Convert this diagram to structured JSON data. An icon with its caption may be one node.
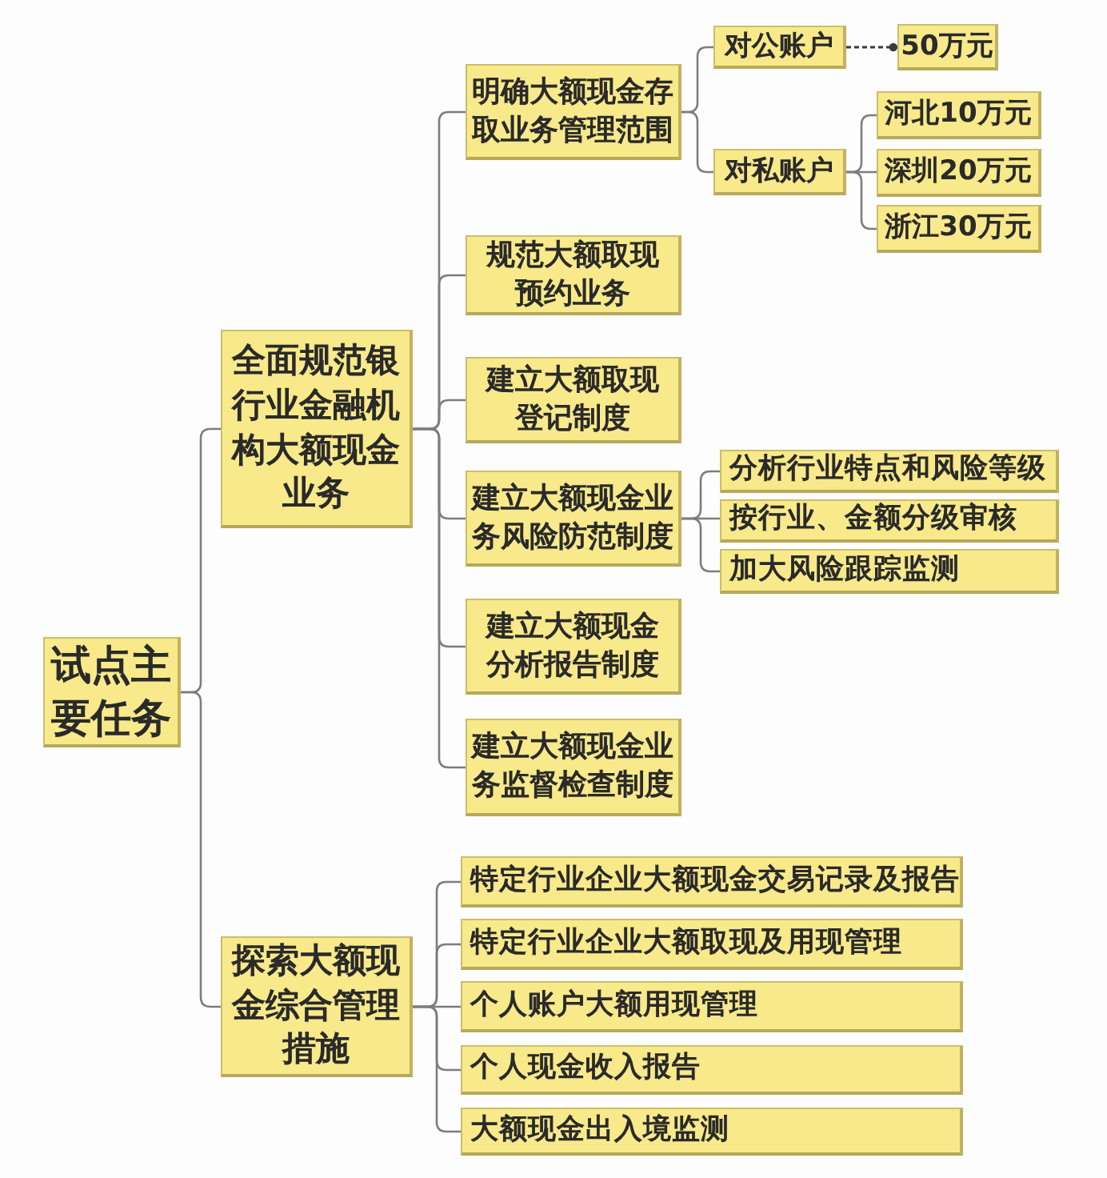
{
  "diagram": {
    "nodes": [
      {
        "text": [
          "试点主要任务"
        ]
      },
      {
        "text": [
          "全面规范银行业金融机构大额现金业务"
        ]
      },
      {
        "text": [
          "明确大额现金存取业务管理范围"
        ]
      },
      {
        "text": [
          "对公账户"
        ]
      },
      {
        "text": [
          "50万元"
        ]
      },
      {
        "text": [
          "对私账户"
        ]
      },
      {
        "text": [
          "河北10万元"
        ]
      },
      {
        "text": [
          "深圳20万元"
        ]
      },
      {
        "text": [
          "浙江30万元"
        ]
      },
      {
        "text": [
          "规范大额取现预约业务"
        ]
      },
      {
        "text": [
          "建立大额取现登记制度"
        ]
      },
      {
        "text": [
          "建立大额现金业务风险防范制度"
        ]
      },
      {
        "text": [
          "分析行业特点和风险等级"
        ]
      },
      {
        "text": [
          "按行业、金额分级审核"
        ]
      },
      {
        "text": [
          "加大风险跟踪监测"
        ]
      },
      {
        "text": [
          "建立大额现金分析报告制度"
        ]
      },
      {
        "text": [
          "建立大额现金业务监督检查制度"
        ]
      },
      {
        "text": [
          "探索大额现金综合管理措施"
        ]
      },
      {
        "text": [
          "特定行业企业大额现金交易记录及报告"
        ]
      },
      {
        "text": [
          "特定行业企业大额取现及用现管理"
        ]
      },
      {
        "text": [
          "个人账户大额用现管理"
        ]
      },
      {
        "text": [
          "个人现金收入报告"
        ]
      },
      {
        "text": [
          "大额现金出入境监测"
        ]
      }
    ],
    "edges": [
      {
        "from": 0,
        "to": 1,
        "arrow": "none"
      },
      {
        "from": 0,
        "to": 17,
        "arrow": "none"
      },
      {
        "from": 1,
        "to": 2,
        "arrow": "none"
      },
      {
        "from": 1,
        "to": 9,
        "arrow": "none"
      },
      {
        "from": 1,
        "to": 10,
        "arrow": "none"
      },
      {
        "from": 1,
        "to": 11,
        "arrow": "none"
      },
      {
        "from": 1,
        "to": 15,
        "arrow": "none"
      },
      {
        "from": 1,
        "to": 16,
        "arrow": "none"
      },
      {
        "from": 2,
        "to": 3,
        "arrow": "none"
      },
      {
        "from": 2,
        "to": 5,
        "arrow": "none"
      },
      {
        "from": 3,
        "to": 4,
        "arrow": "other",
        "style": "dashed"
      },
      {
        "from": 5,
        "to": 6,
        "arrow": "none"
      },
      {
        "from": 5,
        "to": 7,
        "arrow": "none"
      },
      {
        "from": 5,
        "to": 8,
        "arrow": "none"
      },
      {
        "from": 11,
        "to": 12,
        "arrow": "none"
      },
      {
        "from": 11,
        "to": 13,
        "arrow": "none"
      },
      {
        "from": 11,
        "to": 14,
        "arrow": "none"
      },
      {
        "from": 17,
        "to": 18,
        "arrow": "none"
      },
      {
        "from": 17,
        "to": 19,
        "arrow": "none"
      },
      {
        "from": 17,
        "to": 20,
        "arrow": "none"
      },
      {
        "from": 17,
        "to": 21,
        "arrow": "none"
      },
      {
        "from": 17,
        "to": 22,
        "arrow": "none"
      }
    ]
  }
}
